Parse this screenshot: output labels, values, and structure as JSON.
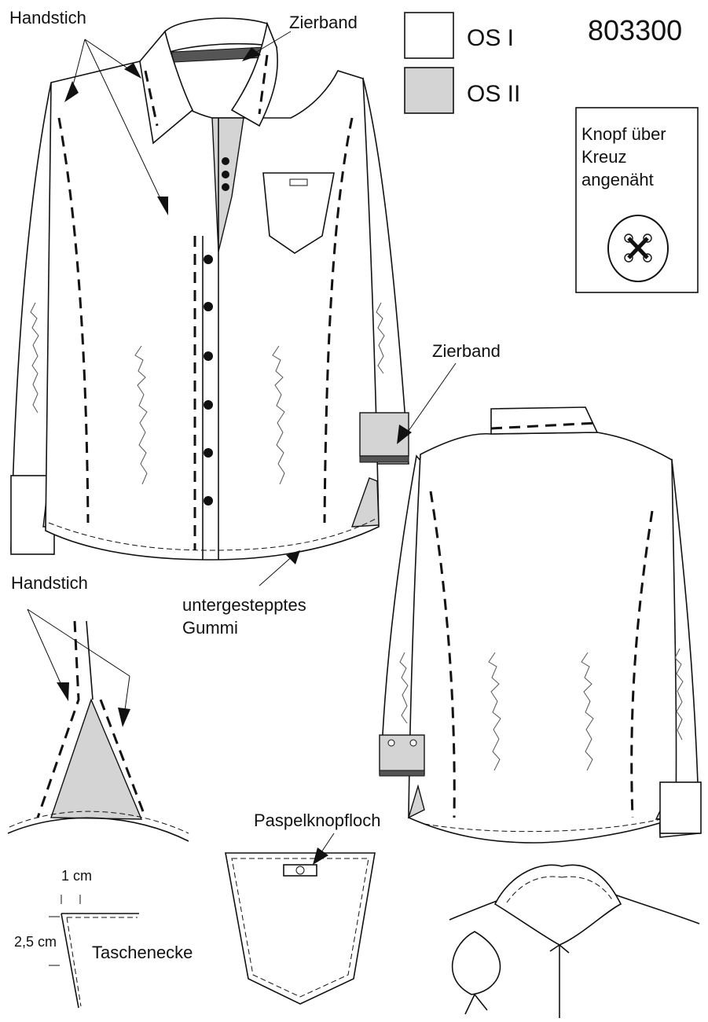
{
  "sheet": {
    "article_number": "803300",
    "legend": [
      {
        "label": "OS I",
        "color": "#ffffff"
      },
      {
        "label": "OS II",
        "color": "#d4d4d4"
      }
    ],
    "labels": {
      "handstich_top": "Handstich",
      "zierband_top": "Zierband",
      "zierband_cuff": "Zierband",
      "gummi_line1": "untergestepptes",
      "gummi_line2": "Gummi",
      "handstich_detail": "Handstich",
      "paspel": "Paspelknopfloch",
      "measure_1cm": "1 cm",
      "measure_25cm": "2,5 cm",
      "taschenecke": "Taschenecke"
    },
    "button_note": {
      "line1": "Knopf über",
      "line2": "Kreuz",
      "line3": "angenäht"
    },
    "colors": {
      "ink": "#111111",
      "contrast_fabric": "#d4d4d4",
      "trim_band": "#555555"
    }
  }
}
